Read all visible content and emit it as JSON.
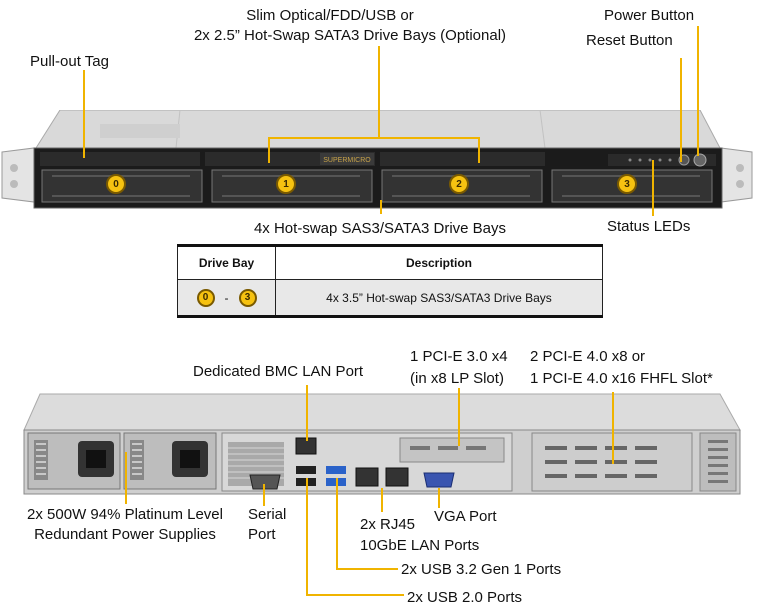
{
  "front": {
    "labels": {
      "slim_optical_1": "Slim Optical/FDD/USB or",
      "slim_optical_2": "2x 2.5” Hot-Swap  SATA3 Drive Bays (Optional)",
      "power_button": "Power Button",
      "reset_button": "Reset Button",
      "pullout_tag": "Pull-out  Tag",
      "drive_bays": "4x Hot-swap  SAS3/SATA3 Drive Bays",
      "status_leds": "Status  LEDs"
    },
    "bays": [
      "0",
      "1",
      "2",
      "3"
    ],
    "brand": "SUPERMICRO"
  },
  "table": {
    "header_bay": "Drive Bay",
    "header_desc": "Description",
    "row_from": "0",
    "row_dash": "-",
    "row_to": "3",
    "row_desc": "4x 3.5” Hot-swap  SAS3/SATA3 Drive  Bays"
  },
  "rear": {
    "labels": {
      "bmc_lan": "Dedicated BMC LAN Port",
      "pcie_30_1": "1 PCI-E 3.0 x4",
      "pcie_30_2": "(in x8 LP Slot)",
      "pcie_40_1": "2 PCI-E 4.0 x8 or",
      "pcie_40_2": "1 PCI-E  4.0 x16 FHFL Slot*",
      "psu_1": "2x 500W 94% Platinum Level",
      "psu_2": "Redundant  Power Supplies",
      "serial_1": "Serial",
      "serial_2": "Port",
      "rj45_1": "2x RJ45",
      "rj45_2": "10GbE LAN Ports",
      "vga": "VGA Port",
      "usb32": "2x USB 3.2 Gen 1 Ports",
      "usb20": "2x USB 2.0 Ports"
    }
  },
  "colors": {
    "callout_line": "#f0b400",
    "badge_fill": "#f6c211",
    "usb3_blue": "#2a62c9",
    "vga_blue": "#3a55b0"
  }
}
